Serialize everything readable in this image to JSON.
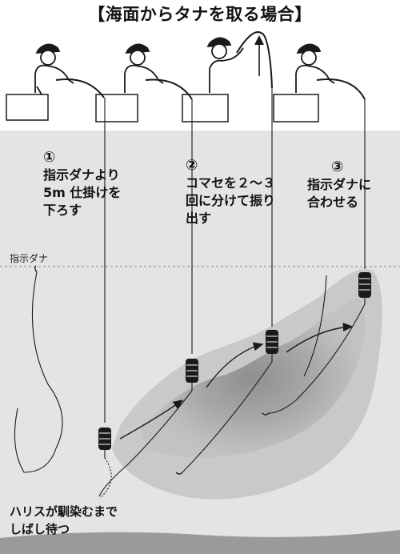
{
  "title": "【海面からタナを取る場合】",
  "steps": [
    {
      "number": "①",
      "text": "指示ダナより\n5m 仕掛けを\n下ろす"
    },
    {
      "number": "②",
      "text": "コマセを２～３\n回に分けて振り\n出す"
    },
    {
      "number": "③",
      "text": "指示ダナに\n合わせる"
    }
  ],
  "depth_label": "指示ダナ",
  "note": "ハリスが馴染むまで\nしばし待つ",
  "colors": {
    "sea": "#e4e4e4",
    "chum_cloud": "#b9b9b9",
    "ink": "#1a1a1a",
    "seabed": "#9a9a9a"
  },
  "icons": [
    "angler-figure",
    "boat-gunwale",
    "fishing-rod",
    "chum-basket",
    "flow-arrow",
    "raise-arrow",
    "leader-line",
    "hook"
  ]
}
